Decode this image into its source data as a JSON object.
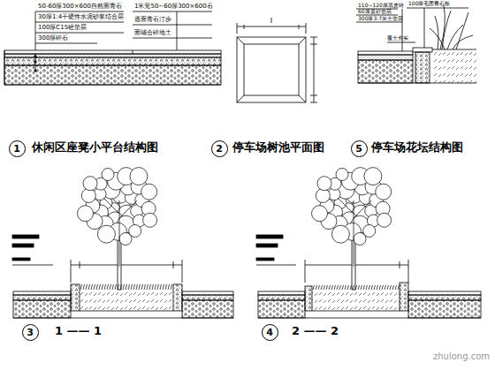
{
  "diagram": {
    "nodes": [
      {
        "text": [
          "1"
        ]
      },
      {
        "text": [
          "2"
        ]
      },
      {
        "text": [
          "5"
        ]
      },
      {
        "text": [
          "3"
        ]
      },
      {
        "text": [
          "4"
        ]
      }
    ],
    "labels": [
      "50-60厚300×600自然面青石",
      "30厚1:4干硬性水泥砂浆结合层",
      "100厚C15砼垫层",
      "300厚碎石",
      "1米宽50~60厚300×600石",
      "透面青石汀步",
      "面铺合碎地土",
      "休闲区座凳小平台结构图",
      "停车场树池平面图",
      "110~120厚黑皮砖",
      "60厚黄砂垫层",
      "300厚3:7灰土垫层",
      "100厚毛面青石板",
      "覆土夯实",
      "停车场花坛结构图",
      "1 —— 1",
      "2 —— 2",
      "zhulong.com"
    ]
  }
}
